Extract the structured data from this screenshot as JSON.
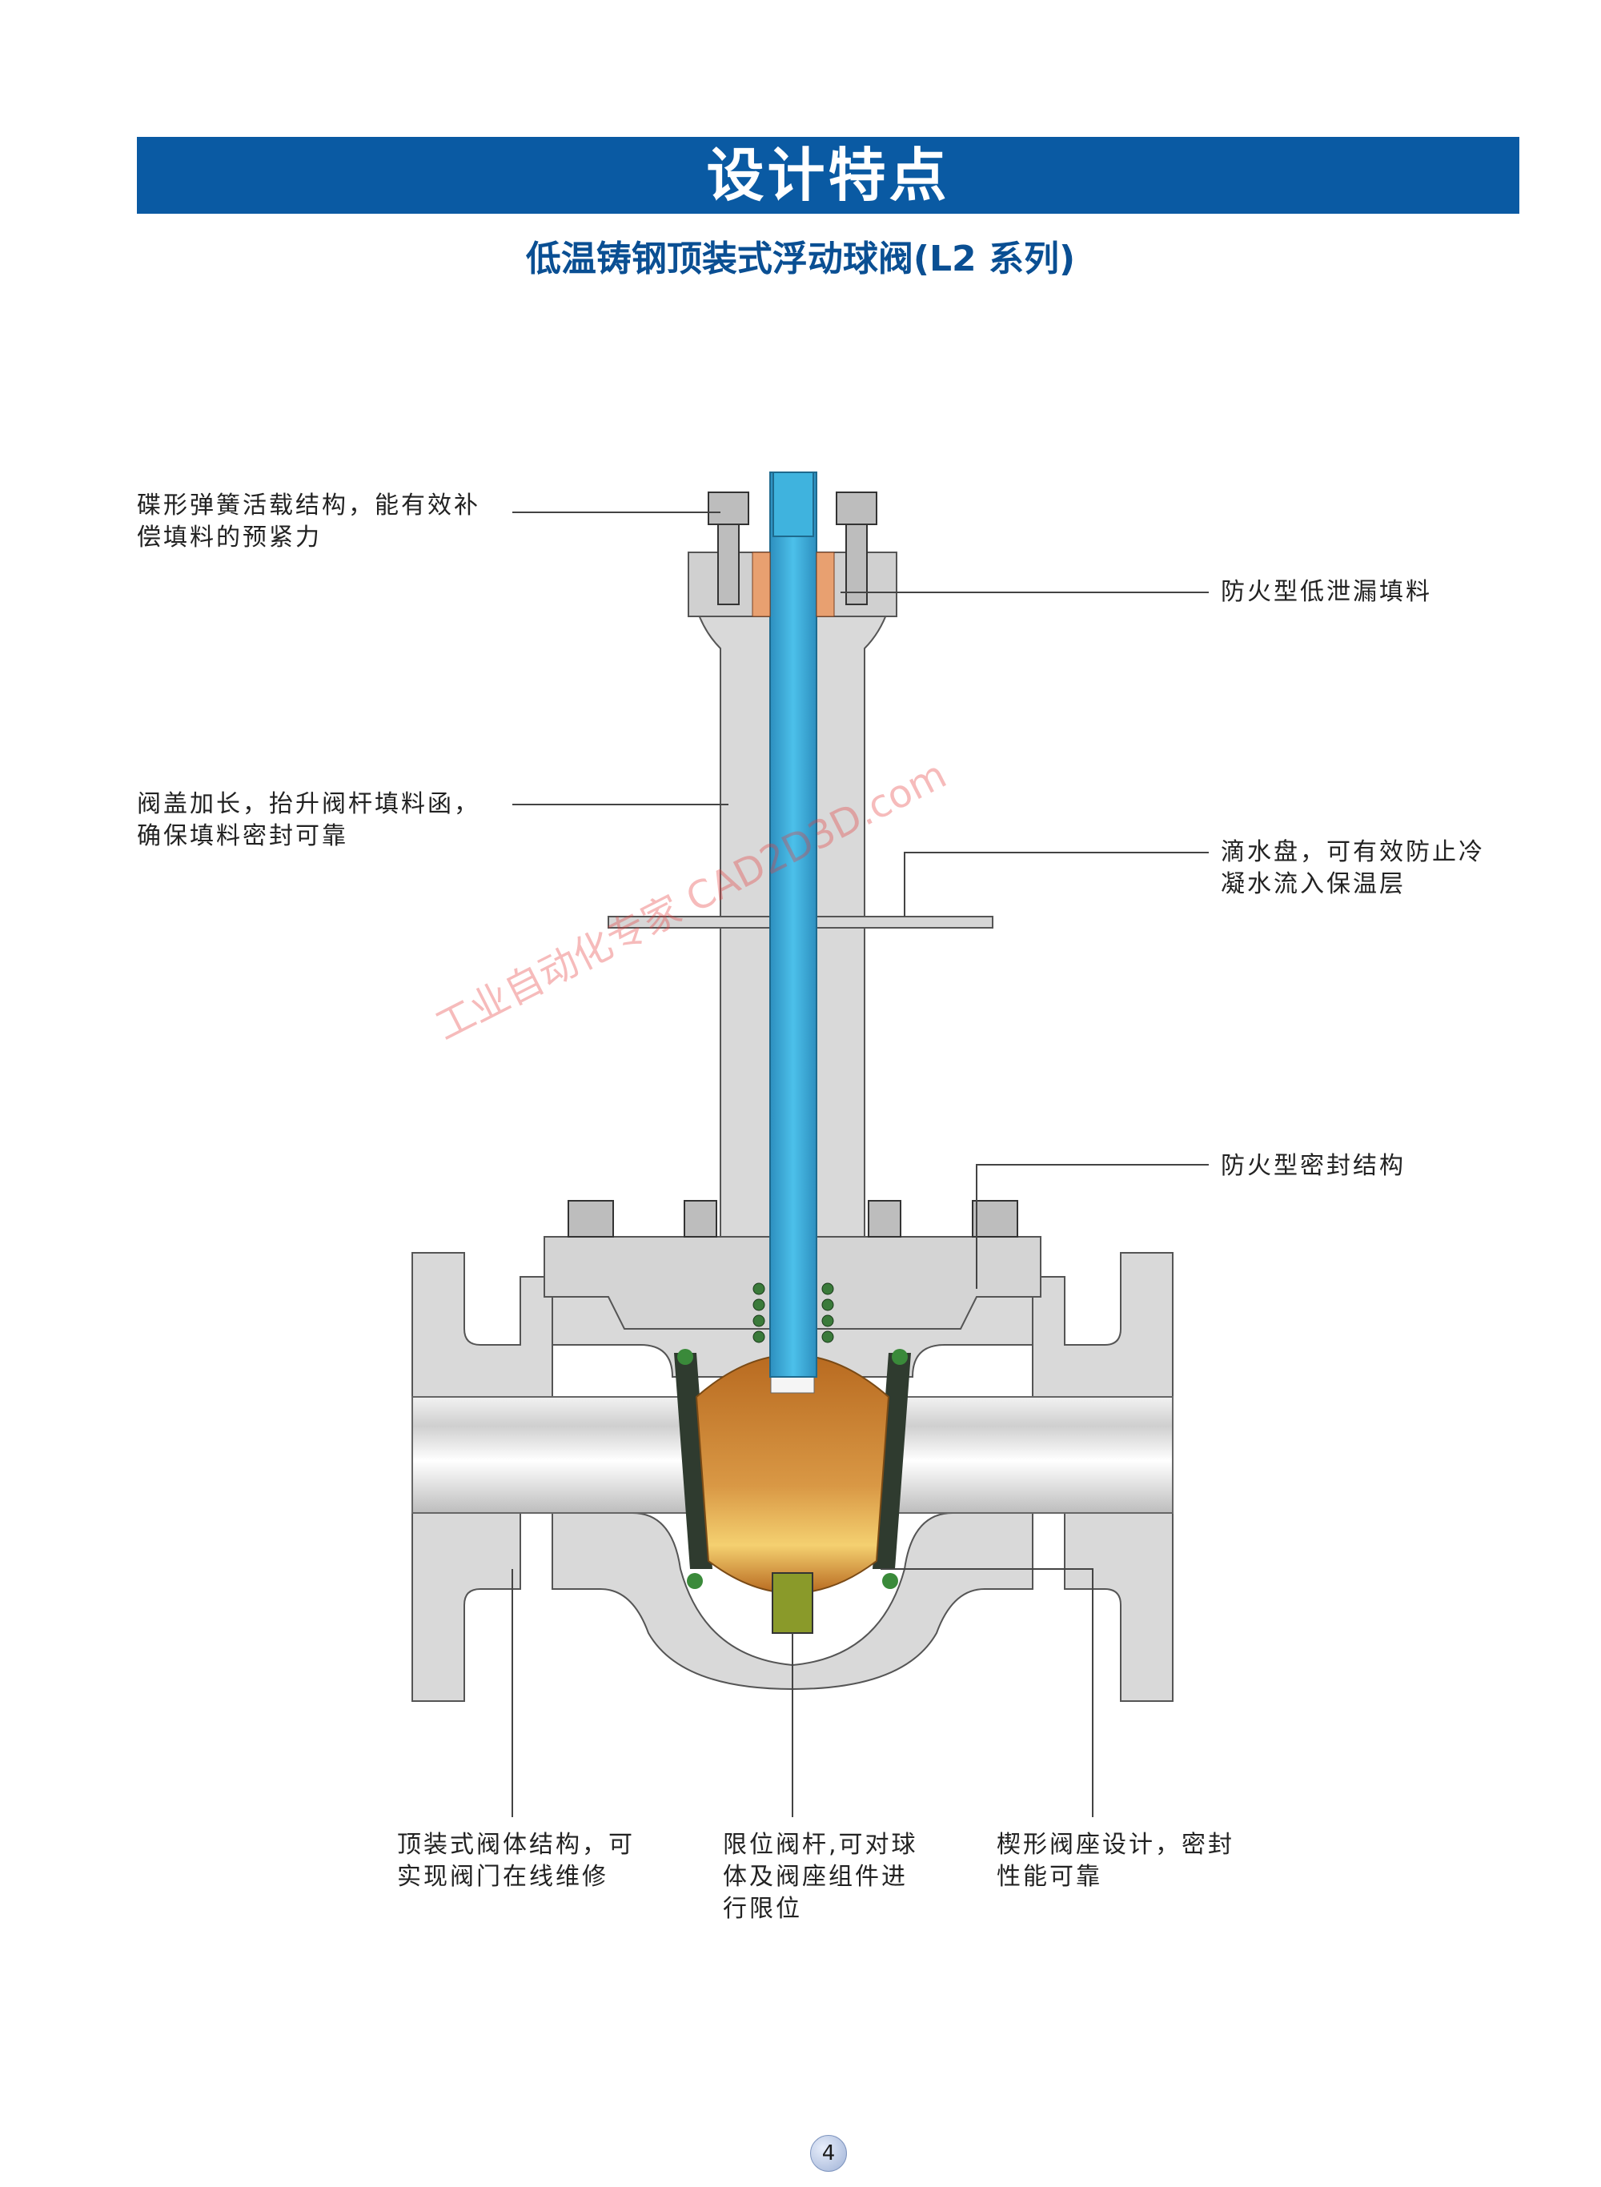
{
  "header": {
    "title": "设计特点",
    "subtitle": "低温铸钢顶装式浮动球阀(L2 系列)",
    "bar_color": "#0a5aa3"
  },
  "notes": {
    "disc_spring": [
      "碟形弹簧活载结构，能有效补",
      "偿填料的预紧力"
    ],
    "fire_packing": [
      "防火型低泄漏填料"
    ],
    "extended_bonnet": [
      "阀盖加长，抬升阀杆填料函，",
      "确保填料密封可靠"
    ],
    "drip_tray": [
      "滴水盘，可有效防止冷",
      "凝水流入保温层"
    ],
    "fire_seal": [
      "防火型密封结构"
    ],
    "top_entry": [
      "顶装式阀体结构，可",
      "实现阀门在线维修"
    ],
    "limit_stem": [
      "限位阀杆,可对球",
      "体及阀座组件进",
      "行限位"
    ],
    "wedge_seat": [
      "楔形阀座设计，密封",
      "性能可靠"
    ]
  },
  "watermark": "工业自动化专家 CAD2D3D.com",
  "page_number": "4",
  "colors": {
    "stem": "#39a6d6",
    "ball": "#cf8a3a",
    "body": "#d8d8d8",
    "seat": "#2f3b2f"
  }
}
